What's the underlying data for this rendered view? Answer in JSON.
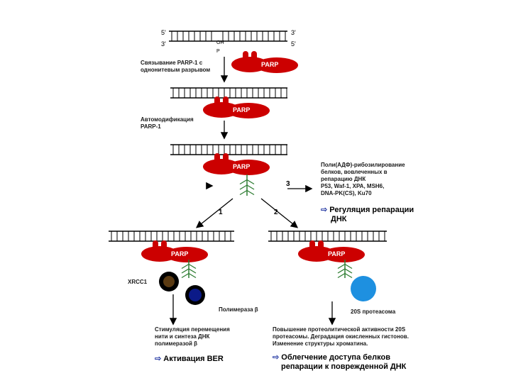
{
  "end_labels": {
    "five_prime": "5'",
    "three_prime": "3'"
  },
  "break_labels": {
    "oh": "OH",
    "p": "P"
  },
  "parp_label": "PARP",
  "step_numbers": [
    "1",
    "2",
    "3"
  ],
  "steps": {
    "binding": [
      "Связывание PARP-1 с",
      "однонитевым разрывом"
    ],
    "automod": [
      "Автомодификация",
      "PARP-1"
    ],
    "poly": [
      "Поли(АДФ)-рибозилирование",
      "белков, вовлеченных в",
      "репарацию ДНК",
      "P53, Waf-1, XPA, MSH6,",
      "DNA-PK(CS), Ku70"
    ],
    "regulation": [
      "Регуляция репарации",
      "ДНК"
    ],
    "xrcc1": "XRCC1",
    "polymerase": "Полимераза β",
    "proteasome": "20S протеасома",
    "stimulation": [
      "Стимуляция перемещения",
      "нити и синтеза ДНК",
      "полимеразой β"
    ],
    "ber": "Активация BER",
    "proteolysis": [
      "Повышение протеолитической активности 20S",
      "протеасомы. Деградация окисленных гистонов.",
      "Изменение структуры хроматина."
    ],
    "access": [
      "Облегчение доступа белков",
      "репарации к поврежденной ДНК"
    ]
  },
  "colors": {
    "parp": "#cc0000",
    "arrow": "#2b3fa6",
    "xrcc1": "#5a3a12",
    "polymerase": "#0b1a88",
    "proteasome": "#1e90e0"
  }
}
